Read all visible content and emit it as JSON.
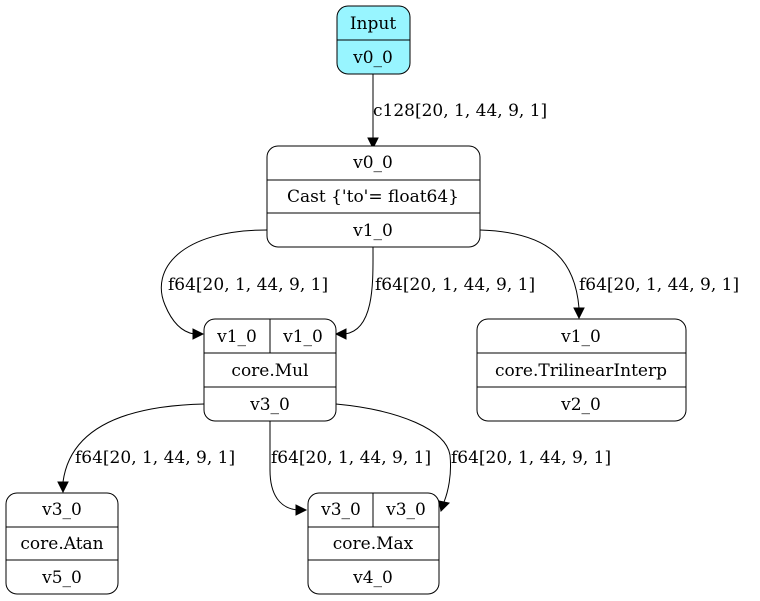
{
  "colors": {
    "input_fill": "#98f5ff",
    "node_fill": "#ffffff",
    "line": "#000000"
  },
  "nodes": {
    "input": {
      "title": "Input",
      "out": "v0_0"
    },
    "cast": {
      "in": "v0_0",
      "op": "Cast {'to'= float64}",
      "out": "v1_0"
    },
    "mul": {
      "in_a": "v1_0",
      "in_b": "v1_0",
      "op": "core.Mul",
      "out": "v3_0"
    },
    "trilinear": {
      "in": "v1_0",
      "op": "core.TrilinearInterp",
      "out": "v2_0"
    },
    "atan": {
      "in": "v3_0",
      "op": "core.Atan",
      "out": "v5_0"
    },
    "max": {
      "in_a": "v3_0",
      "in_b": "v3_0",
      "op": "core.Max",
      "out": "v4_0"
    }
  },
  "edges": {
    "input_to_cast": "c128[20, 1, 44, 9, 1]",
    "cast_to_mul_a": "f64[20, 1, 44, 9, 1]",
    "cast_to_mul_b": "f64[20, 1, 44, 9, 1]",
    "cast_to_trilinear": "f64[20, 1, 44, 9, 1]",
    "mul_to_atan": "f64[20, 1, 44, 9, 1]",
    "mul_to_max_a": "f64[20, 1, 44, 9, 1]",
    "mul_to_max_b": "f64[20, 1, 44, 9, 1]"
  }
}
